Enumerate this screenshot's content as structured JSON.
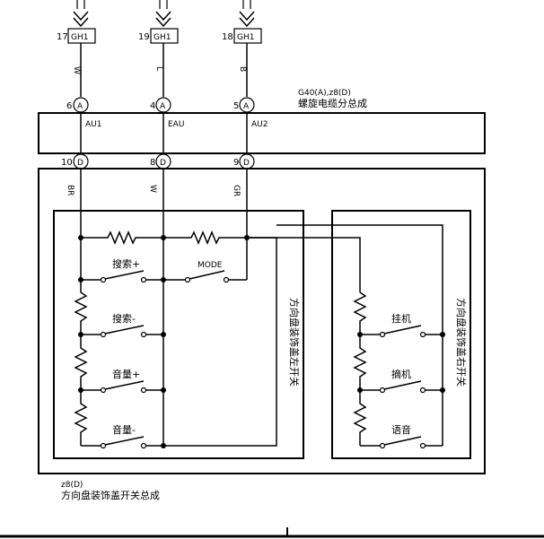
{
  "connectors_top": [
    {
      "pin": "17",
      "label": "GH1",
      "wire_color": "W"
    },
    {
      "pin": "19",
      "label": "GH1",
      "wire_color": "L"
    },
    {
      "pin": "18",
      "label": "GH1",
      "wire_color": "B"
    }
  ],
  "cable_assembly": {
    "code": "G40(A),z8(D)",
    "name": "螺旋电缆分总成",
    "pins_top": [
      {
        "pin": "6",
        "terminal": "A"
      },
      {
        "pin": "4",
        "terminal": "A"
      },
      {
        "pin": "5",
        "terminal": "A"
      }
    ],
    "signals": [
      "AU1",
      "EAU",
      "AU2"
    ],
    "pins_bottom": [
      {
        "pin": "10",
        "terminal": "D"
      },
      {
        "pin": "8",
        "terminal": "D"
      },
      {
        "pin": "9",
        "terminal": "D"
      }
    ]
  },
  "lower_wire_colors": [
    "BR",
    "W",
    "GR"
  ],
  "left_switch": {
    "title": "方向盘装饰盖左开关",
    "buttons": [
      "搜索+",
      "MODE",
      "搜索-",
      "音量+",
      "音量-"
    ]
  },
  "right_switch": {
    "title": "方向盘装饰盖右开关",
    "buttons": [
      "挂机",
      "摘机",
      "语音"
    ]
  },
  "switch_assembly": {
    "code": "z8(D)",
    "name": "方向盘装饰盖开关总成"
  }
}
